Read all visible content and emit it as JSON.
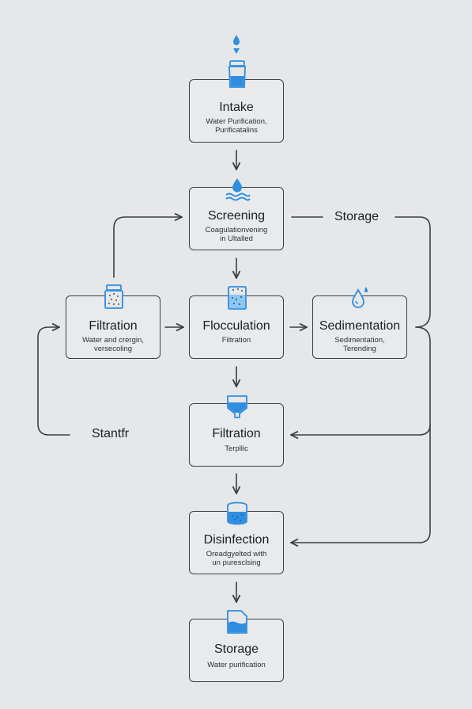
{
  "colors": {
    "background": "#e6e7e9",
    "line": "#3b3f45",
    "accent": "#2f8ee0",
    "accent_light": "#8cc6f2"
  },
  "nodes": {
    "intake": {
      "title": "Intake",
      "sub1": "Water Purification,",
      "sub2": "Purificatalins",
      "icon": "water-jug-icon"
    },
    "screening": {
      "title": "Screening",
      "sub1": "Coagulationvening",
      "sub2": "in Ultalled",
      "icon": "water-drop-waves-icon"
    },
    "filtration_left": {
      "title": "Filtration",
      "sub1": "Water and crergin,",
      "sub2": "versecoling",
      "icon": "filter-bin-icon"
    },
    "flocculation": {
      "title": "Flocculation",
      "sub1": "Filtration",
      "sub2": "",
      "icon": "sediment-tank-icon"
    },
    "sedimentation": {
      "title": "Sedimentation",
      "sub1": "Sedimentation,",
      "sub2": "Terending",
      "icon": "droplet-icon"
    },
    "filtration_center": {
      "title": "Filtration",
      "sub1": "Terpllic",
      "sub2": "",
      "icon": "filter-funnel-icon"
    },
    "disinfection": {
      "title": "Disinfection",
      "sub1": "Oreadgyelted with",
      "sub2": "un puresclsing",
      "icon": "water-tank-icon"
    },
    "storage": {
      "title": "Storage",
      "sub1": "Water purification",
      "sub2": "",
      "icon": "storage-tank-icon"
    }
  },
  "labels": {
    "storage_side": "Storage",
    "stantfr": "Stantfr"
  },
  "top_icon": "drip-icon"
}
